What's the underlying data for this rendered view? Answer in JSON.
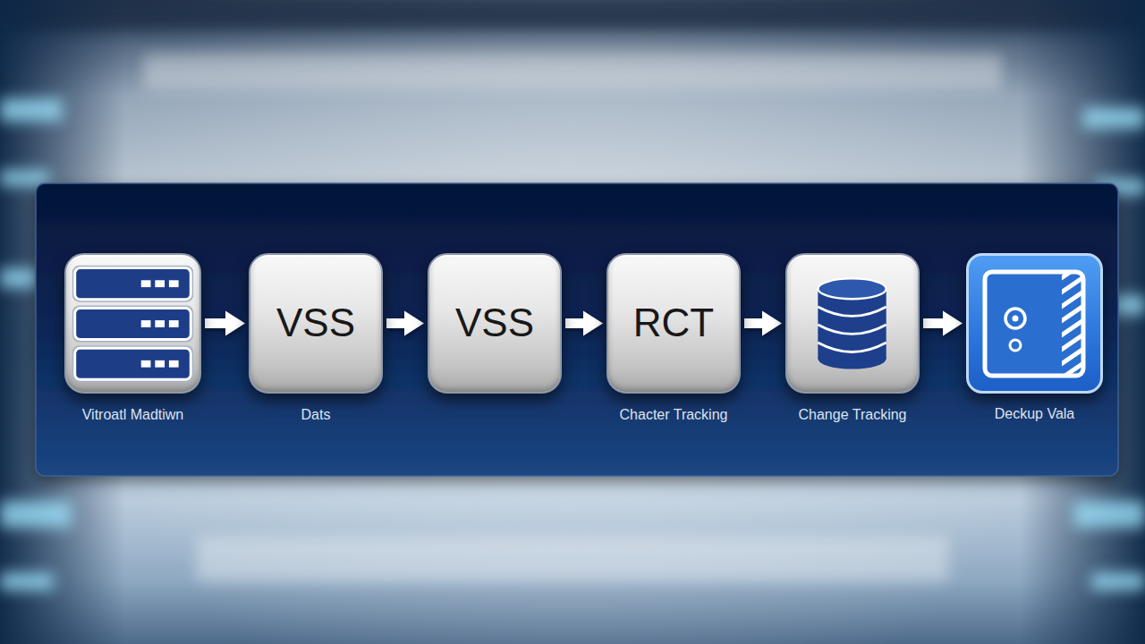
{
  "diagram": {
    "nodes": [
      {
        "text": [
          "Vitroatl Madtiwn"
        ]
      },
      {
        "text": [
          "VSS",
          "Dats"
        ]
      },
      {
        "text": [
          "VSS"
        ]
      },
      {
        "text": [
          "RCT",
          "Chacter Tracking"
        ]
      },
      {
        "text": [
          "Change Tracking"
        ]
      },
      {
        "text": [
          "Deckup Vala"
        ]
      }
    ],
    "edges": [
      {
        "from": 0,
        "to": 1,
        "arrow": "to"
      },
      {
        "from": 1,
        "to": 2,
        "arrow": "to"
      },
      {
        "from": 2,
        "to": 3,
        "arrow": "to"
      },
      {
        "from": 3,
        "to": 4,
        "arrow": "to"
      },
      {
        "from": 4,
        "to": 5,
        "arrow": "to"
      }
    ]
  }
}
